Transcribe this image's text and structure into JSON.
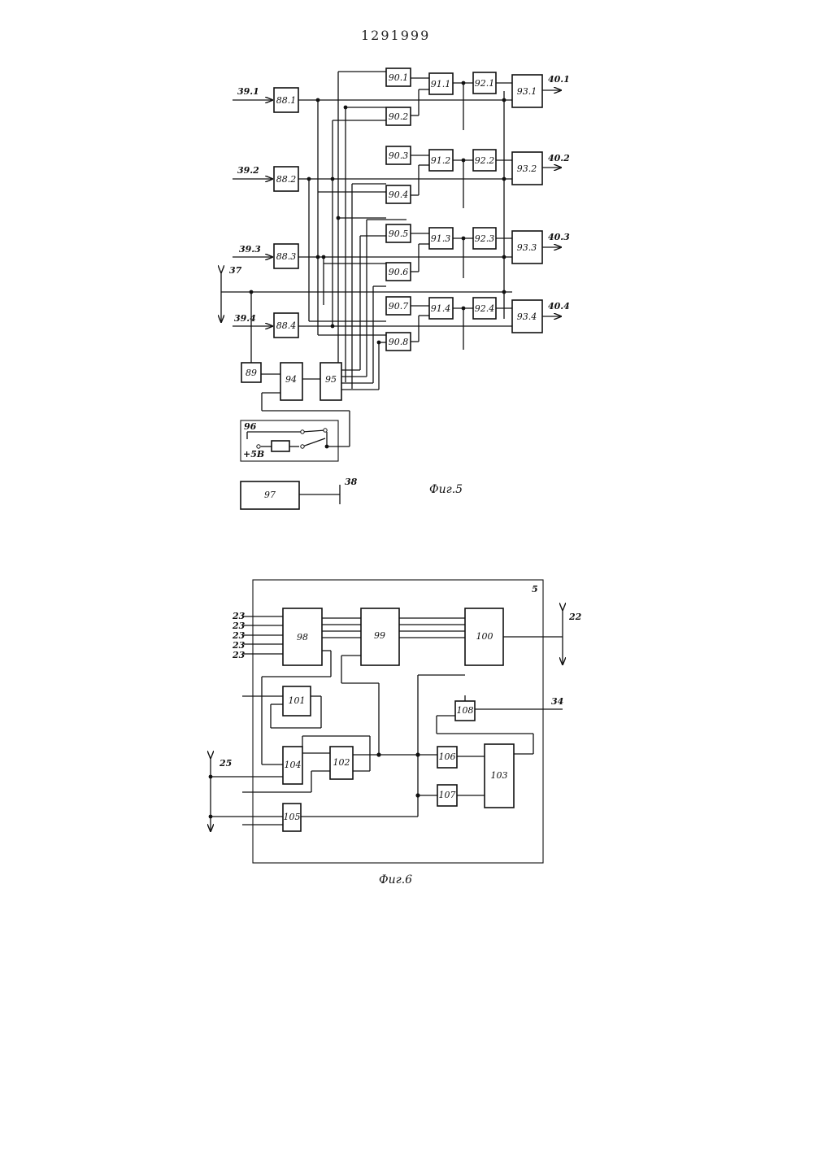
{
  "page_number": "1291999",
  "fig5": {
    "caption": "Фиг.5",
    "inputs": [
      "39.1",
      "39.2",
      "39.3",
      "39.4"
    ],
    "outputs": [
      "40.1",
      "40.2",
      "40.3",
      "40.4"
    ],
    "bus_label": "37",
    "out_label": "38",
    "switch_label": "96",
    "voltage_label": "+5В",
    "blocks": {
      "b88_1": "88.1",
      "b88_2": "88.2",
      "b88_3": "88.3",
      "b88_4": "88.4",
      "b89": "89",
      "b90_1": "90.1",
      "b90_2": "90.2",
      "b90_3": "90.3",
      "b90_4": "90.4",
      "b90_5": "90.5",
      "b90_6": "90.6",
      "b90_7": "90.7",
      "b90_8": "90.8",
      "b91_1": "91.1",
      "b91_2": "91.2",
      "b91_3": "91.3",
      "b91_4": "91.4",
      "b92_1": "92.1",
      "b92_2": "92.2",
      "b92_3": "92.3",
      "b92_4": "92.4",
      "b93_1": "93.1",
      "b93_2": "93.2",
      "b93_3": "93.3",
      "b93_4": "93.4",
      "b94": "94",
      "b95": "95",
      "b97": "97"
    }
  },
  "fig6": {
    "caption": "Фиг.6",
    "unit_label": "5",
    "inputs": [
      "23",
      "23",
      "23",
      "23",
      "23"
    ],
    "out_bus": "22",
    "out_line": "34",
    "bus_left": "25",
    "blocks": {
      "b98": "98",
      "b99": "99",
      "b100": "100",
      "b101": "101",
      "b102": "102",
      "b103": "103",
      "b104": "104",
      "b105": "105",
      "b106": "106",
      "b107": "107",
      "b108": "108"
    }
  }
}
